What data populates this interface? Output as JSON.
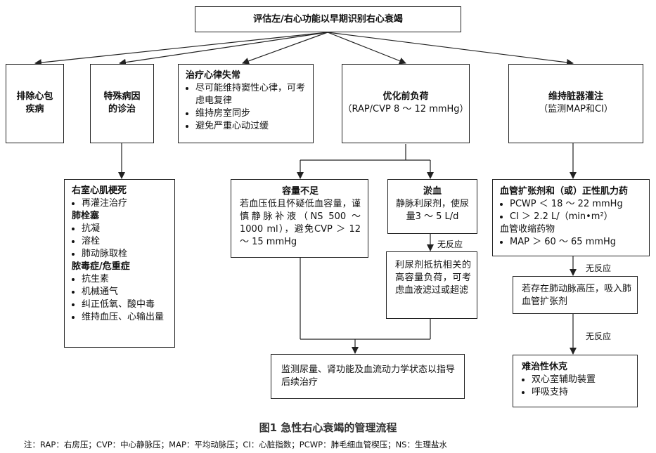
{
  "top": {
    "title": "评估左/右心功能以早期识别右心衰竭"
  },
  "pericardial": {
    "title": "排除心包疾病"
  },
  "special_cause": {
    "title": "特殊病因的诊治"
  },
  "arrhythmia": {
    "title": "治疗心律失常",
    "items": [
      "尽可能维持窦性心律，可考虑电复律",
      "维持房室同步",
      "避免严重心动过缓"
    ]
  },
  "preload": {
    "title": "优化前负荷",
    "subtitle": "（RAP/CVP 8 ～ 12 mmHg）"
  },
  "perfusion": {
    "title": "维持脏器灌注",
    "subtitle": "（监测MAP和CI）"
  },
  "causes": {
    "g1_title": "右室心肌梗死",
    "g1_items": [
      "再灌注治疗"
    ],
    "g2_title": "肺栓塞",
    "g2_items": [
      "抗凝",
      "溶栓",
      "肺动脉取栓"
    ],
    "g3_title": "脓毒症/危重症",
    "g3_items": [
      "抗生素",
      "机械通气",
      "纠正低氧、酸中毒",
      "维持血压、心输出量"
    ]
  },
  "volume_low": {
    "title": "容量不足",
    "text": "若血压低且怀疑低血容量，谨慎静脉补液（NS 500 ～ 1000 ml），避免CVP ＞ 12 ～ 15 mmHg"
  },
  "congestion": {
    "title": "淤血",
    "text": "静脉利尿剂，使尿量3 ～ 5 L/d"
  },
  "diuretic_resist": {
    "text": "利尿剂抵抗相关的高容量负荷，可考虑血液滤过或超滤"
  },
  "monitor": {
    "text": "监测尿量、肾功能及血流动力学状态以指导后续治疗"
  },
  "vaso": {
    "title": "血管扩张剂和（或）正性肌力药",
    "items": [
      "PCWP ＜ 18 ～ 22 mmHg",
      "CI ＞ 2.2 L/（min•m²）"
    ],
    "mid": "血管收缩药物",
    "items2": [
      "MAP ＞ 60 ～ 65 mmHg"
    ]
  },
  "pulm_htn": {
    "text": "若存在肺动脉高压，吸入肺血管扩张剂"
  },
  "refractory": {
    "title": "难治性休克",
    "items": [
      "双心室辅助装置",
      "呼吸支持"
    ]
  },
  "labels": {
    "no_response": "无反应"
  },
  "caption": "图1 急性右心衰竭的管理流程",
  "note": "注：RAP：右房压；CVP：中心静脉压；MAP：平均动脉压；CI：心脏指数；PCWP：肺毛细血管楔压；NS：生理盐水"
}
